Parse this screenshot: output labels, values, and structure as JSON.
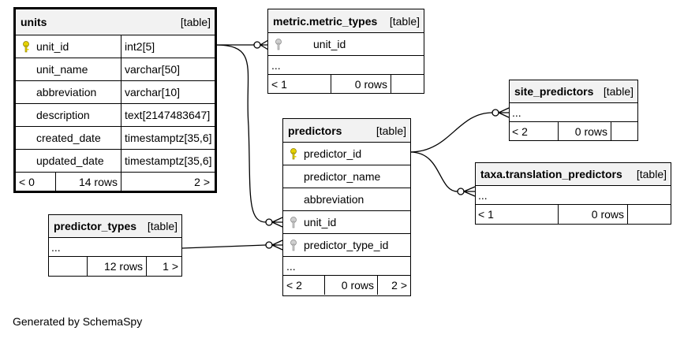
{
  "tables": {
    "units": {
      "name": "units",
      "kind": "[table]",
      "columns": [
        {
          "name": "unit_id",
          "type": "int2[5]",
          "key": "primary"
        },
        {
          "name": "unit_name",
          "type": "varchar[50]"
        },
        {
          "name": "abbreviation",
          "type": "varchar[10]"
        },
        {
          "name": "description",
          "type": "text[2147483647]"
        },
        {
          "name": "created_date",
          "type": "timestamptz[35,6]"
        },
        {
          "name": "updated_date",
          "type": "timestamptz[35,6]"
        }
      ],
      "footer": {
        "parents": "< 0",
        "rows": "14 rows",
        "children": "2 >"
      }
    },
    "metric_types": {
      "name": "metric.metric_types",
      "kind": "[table]",
      "columns": [
        {
          "name": "unit_id",
          "key": "foreign"
        }
      ],
      "ellipsis": "...",
      "footer": {
        "parents": "< 1",
        "rows": "0 rows",
        "children": ""
      }
    },
    "site_predictors": {
      "name": "site_predictors",
      "kind": "[table]",
      "ellipsis": "...",
      "footer": {
        "parents": "< 2",
        "rows": "0 rows",
        "children": ""
      }
    },
    "predictors": {
      "name": "predictors",
      "kind": "[table]",
      "columns": [
        {
          "name": "predictor_id",
          "key": "primary"
        },
        {
          "name": "predictor_name"
        },
        {
          "name": "abbreviation"
        },
        {
          "name": "unit_id",
          "key": "foreign"
        },
        {
          "name": "predictor_type_id",
          "key": "foreign"
        }
      ],
      "ellipsis": "...",
      "footer": {
        "parents": "< 2",
        "rows": "0 rows",
        "children": "2 >"
      }
    },
    "translation_predictors": {
      "name": "taxa.translation_predictors",
      "kind": "[table]",
      "ellipsis": "...",
      "footer": {
        "parents": "< 1",
        "rows": "0 rows",
        "children": ""
      }
    },
    "predictor_types": {
      "name": "predictor_types",
      "kind": "[table]",
      "ellipsis": "...",
      "footer": {
        "parents": "",
        "rows": "12 rows",
        "children": "1 >"
      }
    }
  },
  "generated_by": "Generated by SchemaSpy",
  "colors": {
    "primary_key": "#e6d200",
    "foreign_key": "#b8b8b8",
    "header_bg": "#f2f2f2"
  }
}
